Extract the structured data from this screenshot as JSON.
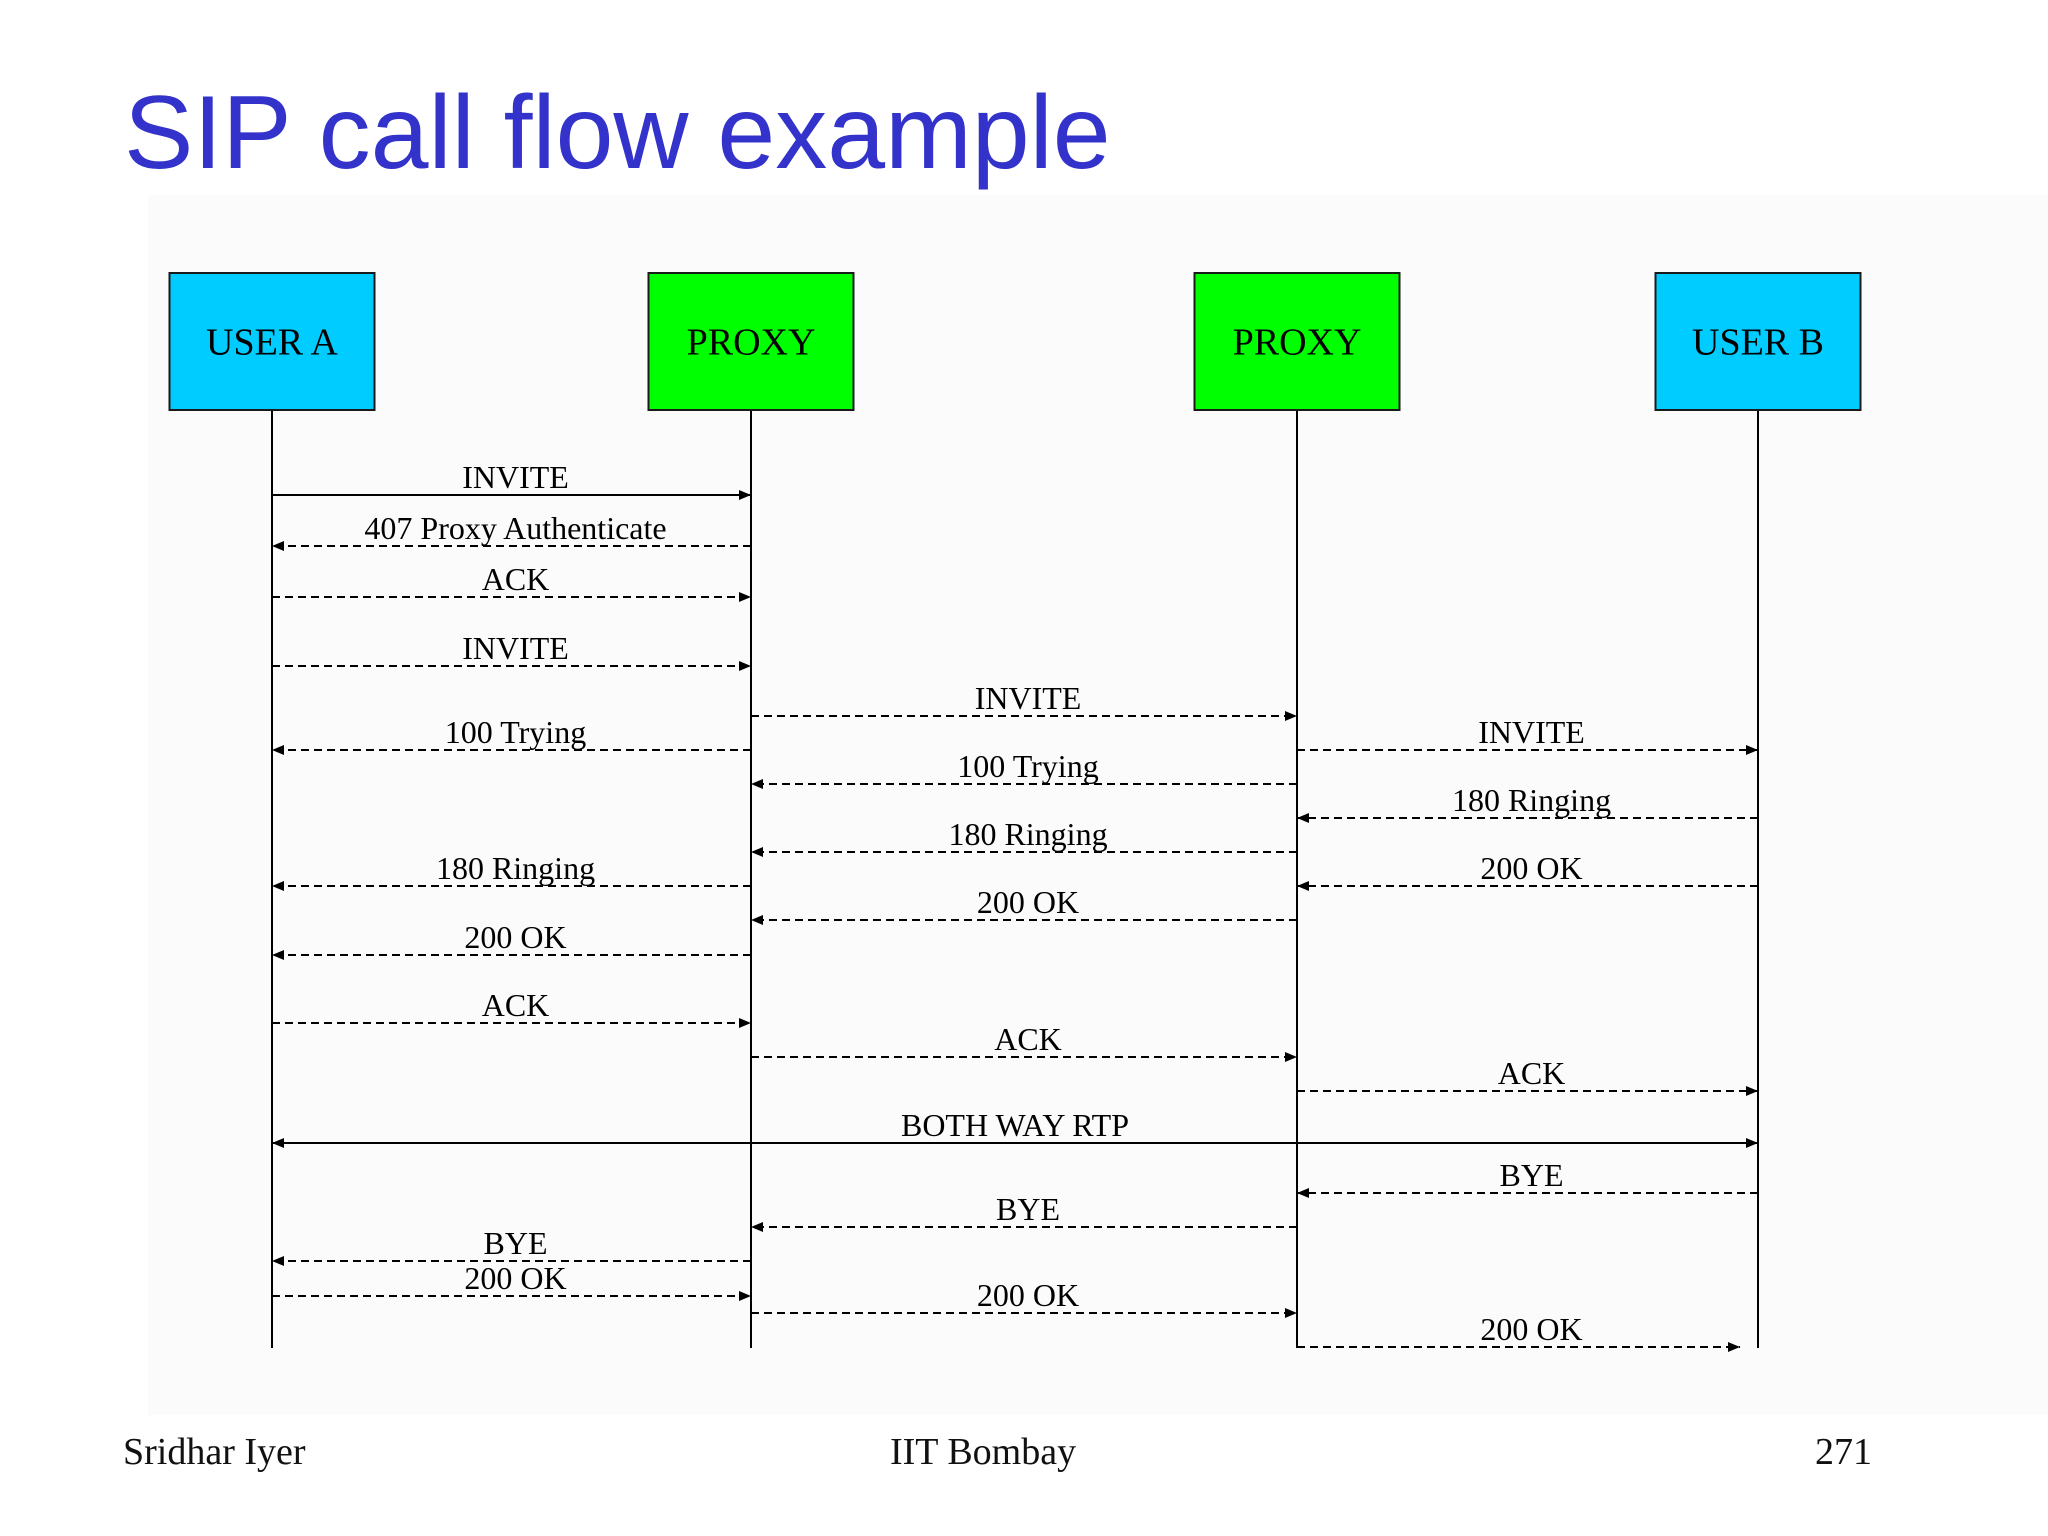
{
  "title": "SIP call flow example",
  "footer": {
    "author": "Sridhar Iyer",
    "institution": "IIT Bombay",
    "page": "271"
  },
  "colors": {
    "title": "#3333cc",
    "user_box": "#00ccff",
    "proxy_box": "#00ff00",
    "line": "#000000"
  },
  "participants": [
    {
      "id": "user_a",
      "label": "USER A",
      "kind": "user"
    },
    {
      "id": "proxy_1",
      "label": "PROXY",
      "kind": "proxy"
    },
    {
      "id": "proxy_2",
      "label": "PROXY",
      "kind": "proxy"
    },
    {
      "id": "user_b",
      "label": "USER B",
      "kind": "user"
    }
  ],
  "messages": [
    {
      "label": "INVITE",
      "from": "user_a",
      "to": "proxy_1",
      "style": "solid"
    },
    {
      "label": "407 Proxy Authenticate",
      "from": "proxy_1",
      "to": "user_a",
      "style": "dashed"
    },
    {
      "label": "ACK",
      "from": "user_a",
      "to": "proxy_1",
      "style": "dashed"
    },
    {
      "label": "INVITE",
      "from": "user_a",
      "to": "proxy_1",
      "style": "dashed"
    },
    {
      "label": "INVITE",
      "from": "proxy_1",
      "to": "proxy_2",
      "style": "dashed"
    },
    {
      "label": "100 Trying",
      "from": "proxy_1",
      "to": "user_a",
      "style": "dashed"
    },
    {
      "label": "INVITE",
      "from": "proxy_2",
      "to": "user_b",
      "style": "dashed"
    },
    {
      "label": "100 Trying",
      "from": "proxy_2",
      "to": "proxy_1",
      "style": "dashed"
    },
    {
      "label": "180 Ringing",
      "from": "user_b",
      "to": "proxy_2",
      "style": "dashed"
    },
    {
      "label": "180 Ringing",
      "from": "proxy_2",
      "to": "proxy_1",
      "style": "dashed"
    },
    {
      "label": "180 Ringing",
      "from": "proxy_1",
      "to": "user_a",
      "style": "dashed"
    },
    {
      "label": "200 OK",
      "from": "user_b",
      "to": "proxy_2",
      "style": "dashed"
    },
    {
      "label": "200 OK",
      "from": "proxy_2",
      "to": "proxy_1",
      "style": "dashed"
    },
    {
      "label": "200 OK",
      "from": "proxy_1",
      "to": "user_a",
      "style": "dashed"
    },
    {
      "label": "ACK",
      "from": "user_a",
      "to": "proxy_1",
      "style": "dashed"
    },
    {
      "label": "ACK",
      "from": "proxy_1",
      "to": "proxy_2",
      "style": "dashed"
    },
    {
      "label": "ACK",
      "from": "proxy_2",
      "to": "user_b",
      "style": "dashed"
    },
    {
      "label": "BOTH WAY RTP",
      "from": "user_a",
      "to": "user_b",
      "style": "solid",
      "bidirectional": true
    },
    {
      "label": "BYE",
      "from": "user_b",
      "to": "proxy_2",
      "style": "dashed"
    },
    {
      "label": "BYE",
      "from": "proxy_2",
      "to": "proxy_1",
      "style": "dashed"
    },
    {
      "label": "BYE",
      "from": "proxy_1",
      "to": "user_a",
      "style": "dashed"
    },
    {
      "label": "200 OK",
      "from": "user_a",
      "to": "proxy_1",
      "style": "dashed"
    },
    {
      "label": "200 OK",
      "from": "proxy_1",
      "to": "proxy_2",
      "style": "dashed"
    },
    {
      "label": "200 OK",
      "from": "proxy_2",
      "to": "user_b",
      "style": "dashed"
    }
  ]
}
